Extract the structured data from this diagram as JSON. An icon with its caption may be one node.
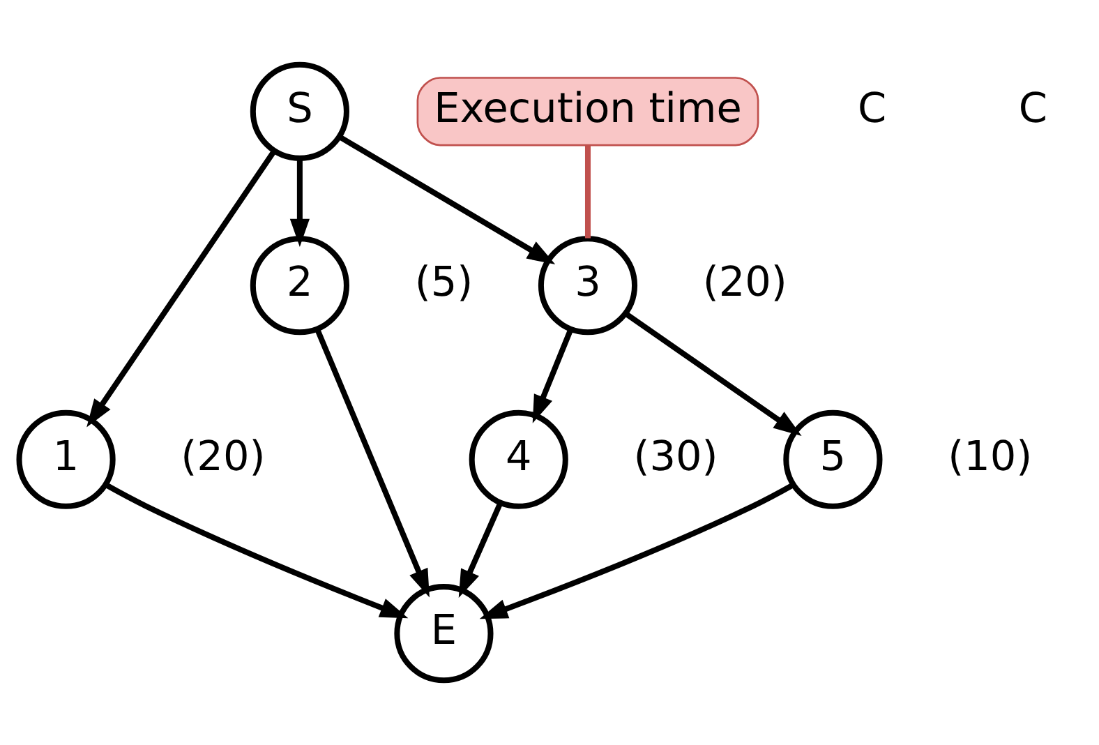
{
  "diagram": {
    "nodes": [
      {
        "text": [
          "S"
        ]
      },
      {
        "text": [
          "1"
        ],
        "beside": [
          "(20)"
        ]
      },
      {
        "text": [
          "2"
        ],
        "beside": [
          "(5)"
        ]
      },
      {
        "text": [
          "3"
        ],
        "beside": [
          "(20)"
        ]
      },
      {
        "text": [
          "4"
        ],
        "beside": [
          "(30)"
        ]
      },
      {
        "text": [
          "5"
        ],
        "beside": [
          "(10)"
        ]
      },
      {
        "text": [
          "E"
        ]
      },
      {
        "text": [
          "Execution time"
        ]
      }
    ],
    "edges": [
      {
        "from": 0,
        "to": 1,
        "arrow": "to"
      },
      {
        "from": 0,
        "to": 2,
        "arrow": "to"
      },
      {
        "from": 0,
        "to": 3,
        "arrow": "to"
      },
      {
        "from": 1,
        "to": 6,
        "arrow": "to"
      },
      {
        "from": 2,
        "to": 6,
        "arrow": "to"
      },
      {
        "from": 3,
        "to": 4,
        "arrow": "to"
      },
      {
        "from": 3,
        "to": 5,
        "arrow": "to"
      },
      {
        "from": 4,
        "to": 6,
        "arrow": "to"
      },
      {
        "from": 5,
        "to": 6,
        "arrow": "to"
      },
      {
        "from": 7,
        "to": 3,
        "arrow": "none",
        "color": "#c0504d"
      }
    ],
    "labels": [
      "C",
      "C"
    ]
  }
}
